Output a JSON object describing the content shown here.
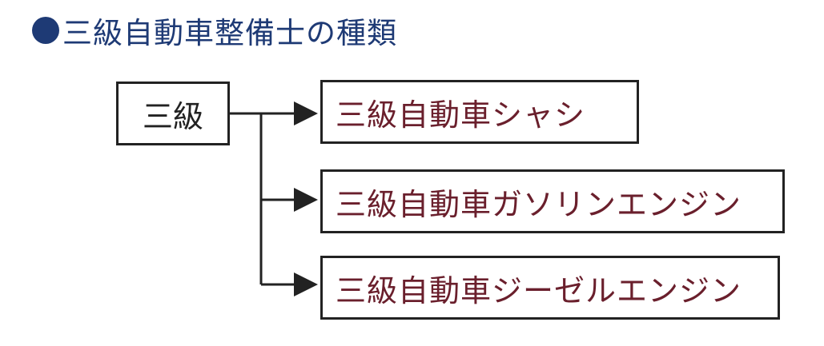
{
  "title": "三級自動車整備士の種類",
  "root": {
    "label": "三級"
  },
  "children": [
    {
      "label": "三級自動車シャシ"
    },
    {
      "label": "三級自動車ガソリンエンジン"
    },
    {
      "label": "三級自動車ジーゼルエンジン"
    }
  ],
  "colors": {
    "title": "#1e3a75",
    "bullet": "#1e3a75",
    "child_text": "#6a1f2c",
    "root_text": "#222222",
    "lines": "#222222"
  }
}
